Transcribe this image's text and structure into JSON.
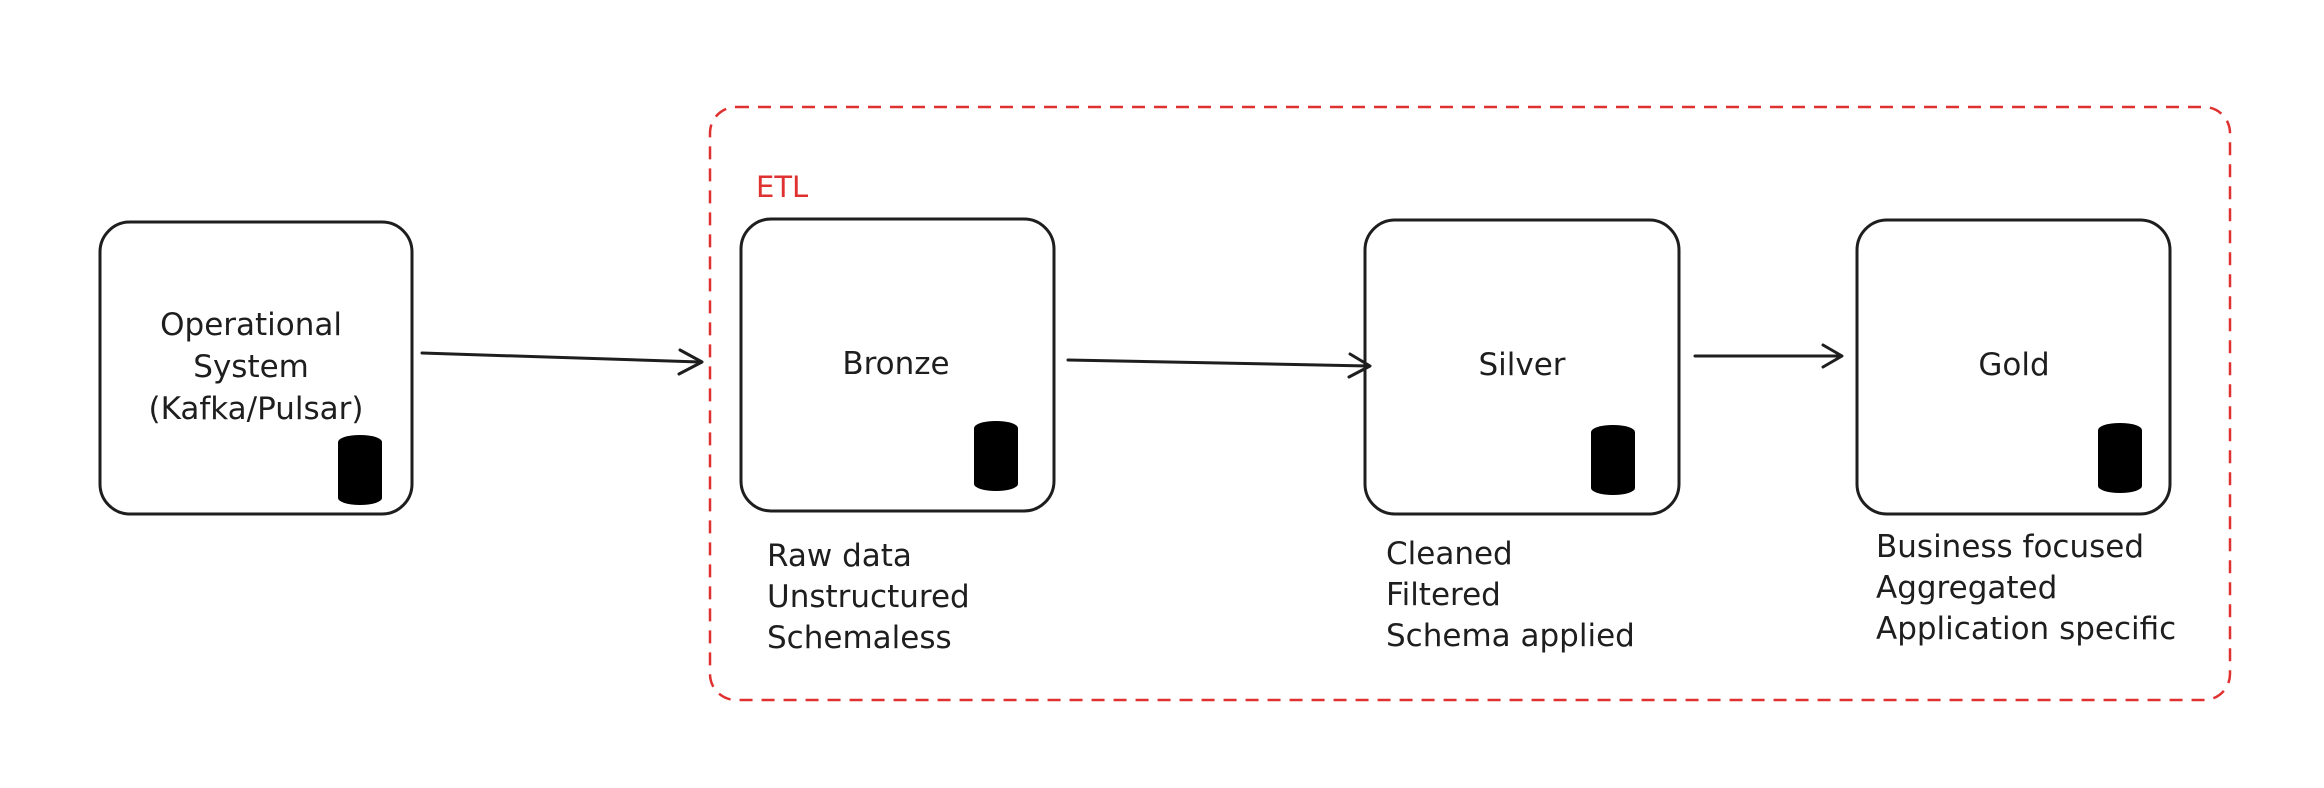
{
  "colors": {
    "stroke": "#1e1e1e",
    "group_border": "#e03131",
    "group_label": "#e03131",
    "background": "#ffffff"
  },
  "group": {
    "label": "ETL"
  },
  "nodes": {
    "operational": {
      "label_lines": [
        "Operational",
        "System",
        "(Kafka/Pulsar)"
      ],
      "icon": "database-icon"
    },
    "bronze": {
      "label": "Bronze",
      "icon": "database-icon",
      "notes": [
        "Raw data",
        "Unstructured",
        "Schemaless"
      ]
    },
    "silver": {
      "label": "Silver",
      "icon": "database-icon",
      "notes": [
        "Cleaned",
        "Filtered",
        "Schema applied"
      ]
    },
    "gold": {
      "label": "Gold",
      "icon": "database-icon",
      "notes": [
        "Business focused",
        "Aggregated",
        "Application specific"
      ]
    }
  },
  "edges": [
    {
      "from": "operational",
      "to": "bronze"
    },
    {
      "from": "bronze",
      "to": "silver"
    },
    {
      "from": "silver",
      "to": "gold"
    }
  ]
}
